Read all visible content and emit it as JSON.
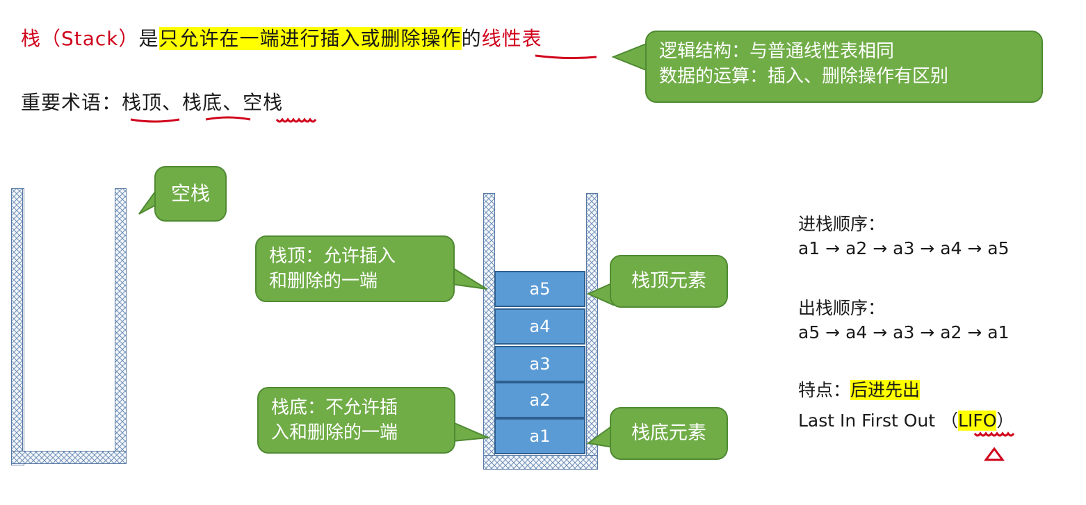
{
  "definition": {
    "term": "栈（Stack）",
    "is": "是",
    "highlight": "只允许在一端进行插入或删除操作",
    "of": "的",
    "type": "线性表"
  },
  "terms": {
    "label": "重要术语：",
    "top": "栈顶",
    "sep1": "、",
    "bottom": "栈底",
    "sep2": "、",
    "empty": "空栈"
  },
  "note": {
    "line1": "逻辑结构：与普通线性表相同",
    "line2_prefix": "数据的运算：",
    "line2_insert": "插入",
    "line2_rest": "、删除操作有区别"
  },
  "empty_stack_label": "空栈",
  "top_label": {
    "line1": "栈顶：允许插入",
    "line2": "和删除的一端"
  },
  "bottom_label": {
    "line1": "栈底：不允许插",
    "line2": "入和删除的一端"
  },
  "top_element_label": "栈顶元素",
  "bottom_element_label": "栈底元素",
  "stack_elements": [
    "a5",
    "a4",
    "a3",
    "a2",
    "a1"
  ],
  "push_order": {
    "title": "进栈顺序：",
    "sequence": "a1 → a2 → a3 → a4 → a5"
  },
  "pop_order": {
    "title": "出栈顺序：",
    "sequence": "a5 → a4 → a3 → a2 → a1"
  },
  "feature": {
    "label": "特点：",
    "value": "后进先出",
    "english": "Last In First Out",
    "paren_open": "（",
    "abbr": "LIFO",
    "paren_close": "）"
  },
  "colors": {
    "callout_green": "#70ad47",
    "cell_blue": "#5b9bd5",
    "highlight": "#ffff00",
    "ink_red": "#d0021b"
  }
}
